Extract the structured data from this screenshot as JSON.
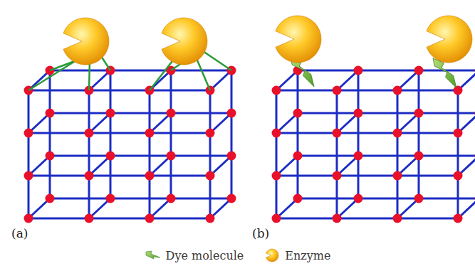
{
  "diagram": {
    "labels": [
      "(a)",
      "(b)"
    ],
    "legend": [
      {
        "text": "Dye molecule"
      },
      {
        "text": "Enzyme"
      }
    ]
  }
}
